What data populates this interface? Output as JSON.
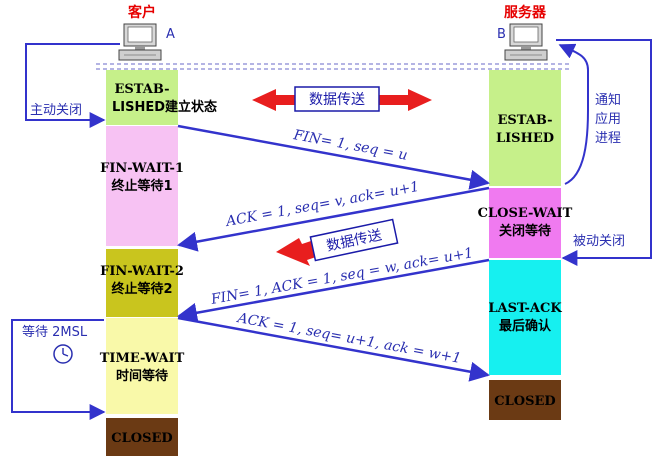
{
  "client": {
    "title": "客户",
    "tag": "A"
  },
  "server": {
    "title": "服务器",
    "tag": "B"
  },
  "client_states": {
    "established": [
      "ESTAB-",
      "LISHED建立状态"
    ],
    "fin_wait_1": [
      "FIN-WAIT-1",
      "终止等待1"
    ],
    "fin_wait_2": [
      "FIN-WAIT-2",
      "终止等待2"
    ],
    "time_wait": [
      "TIME-WAIT",
      "时间等待"
    ],
    "closed": "CLOSED"
  },
  "server_states": {
    "established": [
      "ESTAB-",
      "LISHED"
    ],
    "close_wait": [
      "CLOSE-WAIT",
      "关闭等待"
    ],
    "last_ack": [
      "LAST-ACK",
      "最后确认"
    ],
    "closed": "CLOSED"
  },
  "side_labels": {
    "active_close": "主动关闭",
    "notify_app": [
      "通知",
      "应用",
      "进程"
    ],
    "passive_close": "被动关闭",
    "wait_2msl": "等待 2MSL"
  },
  "data_transfer_1": "数据传送",
  "data_transfer_2": "数据传送",
  "messages": {
    "fin1": "FIN= 1, seq = u",
    "ack1": "ACK = 1, seq= v, ack= u+1",
    "fin2": "FIN= 1, ACK = 1, seq = w, ack= u+1",
    "ack2": "ACK = 1, seq= u+1, ack = w+1"
  },
  "colors": {
    "client_established": "#c6f08a",
    "fin_wait_1": "#f7c2f3",
    "fin_wait_2": "#c9c51e",
    "time_wait": "#f9f9a9",
    "closed": "#6b3a14",
    "close_wait": "#f07af0",
    "last_ack": "#16f0f0",
    "arrow_blue": "#3333cc",
    "arrow_red": "#e81e1e"
  }
}
